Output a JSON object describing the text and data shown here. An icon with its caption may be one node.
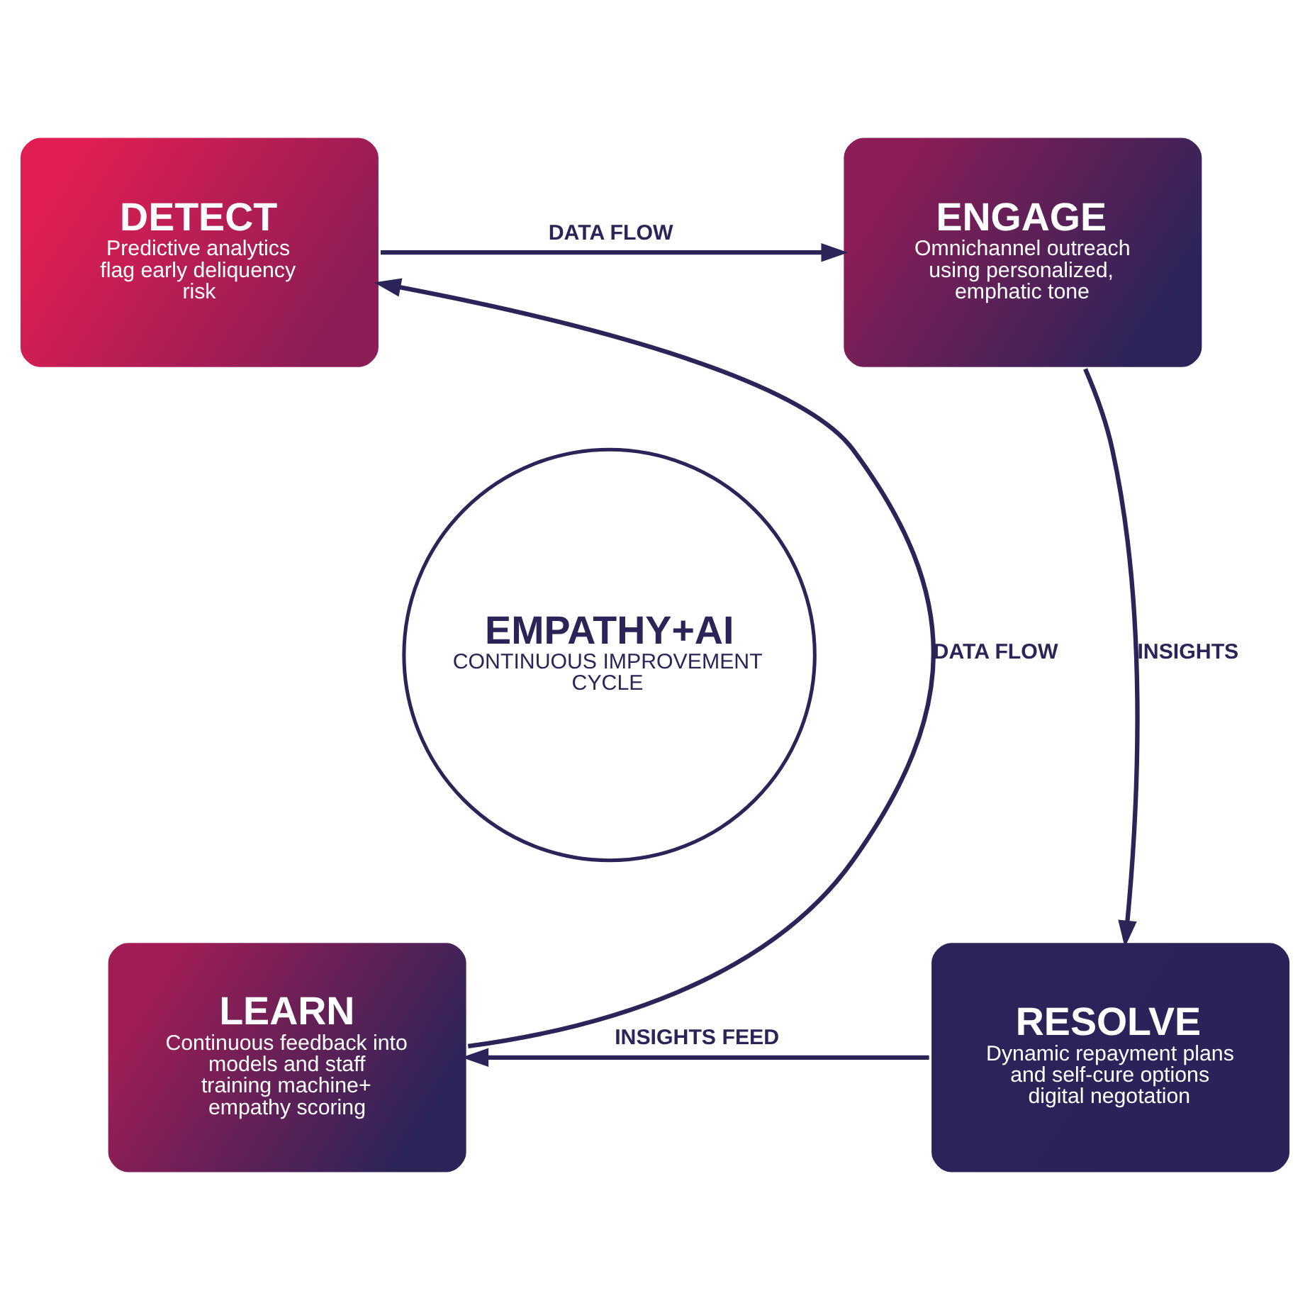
{
  "diagram": {
    "nodes": [
      {
        "text": [
          "DETECT",
          "Predictive analytics flag early deliquency risk"
        ]
      },
      {
        "text": [
          "ENGAGE",
          "Omnichannel outreach using personalized, emphatic tone"
        ]
      },
      {
        "text": [
          "RESOLVE",
          "Dynamic repayment plans and self-cure options digital negotation"
        ]
      },
      {
        "text": [
          "LEARN",
          "Continuous feedback into models and staff training machine+ empathy scoring"
        ]
      },
      {
        "text": [
          "EMPATHY+AI",
          "CONTINUOUS IMPROVEMENT CYCLE"
        ]
      }
    ],
    "edges": [
      {
        "from": 0,
        "to": 1,
        "arrow": "to",
        "label": "DATA FLOW"
      },
      {
        "from": 1,
        "to": 2,
        "arrow": "to",
        "label": "INSIGHTS"
      },
      {
        "from": 2,
        "to": 3,
        "arrow": "to",
        "label": "INSIGHTS FEED"
      },
      {
        "from": 3,
        "to": 0,
        "arrow": "to",
        "label": "DATA FLOW"
      }
    ]
  }
}
